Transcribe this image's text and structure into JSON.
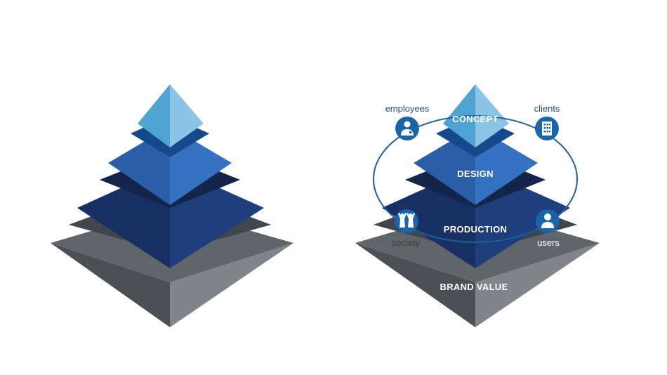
{
  "colors": {
    "node_fill": "#1b64a8",
    "ring_stroke": "#1f5f9e",
    "node_text": "#2b4f7a",
    "society_text": "#3a3a3a",
    "users_text": "#ffffff"
  },
  "pyramid_layers": [
    {
      "key": "concept",
      "label": "CONCEPT",
      "top": "#8fc3e6",
      "left": "#4fa3d1",
      "right": "#8ac4e6",
      "skirt": "#144a8c"
    },
    {
      "key": "design",
      "label": "DESIGN",
      "top": "#2f6fbb",
      "left": "#2a5ea6",
      "right": "#3471c0",
      "skirt": "#13254a"
    },
    {
      "key": "production",
      "label": "PRODUCTION",
      "top": "#1c3a75",
      "left": "#182f63",
      "right": "#1f3f7c",
      "skirt": "#3f474d"
    },
    {
      "key": "brand_value",
      "label": "BRAND VALUE",
      "top": "#5f6568",
      "left": "#4a5054",
      "right": "#7f8588",
      "skirt": "#3f474d"
    }
  ],
  "stakeholders": [
    {
      "key": "employees",
      "label": "employees",
      "icon": "worker-icon"
    },
    {
      "key": "clients",
      "label": "clients",
      "icon": "building-icon"
    },
    {
      "key": "society",
      "label": "society",
      "icon": "people-icon"
    },
    {
      "key": "users",
      "label": "users",
      "icon": "user-icon"
    }
  ]
}
